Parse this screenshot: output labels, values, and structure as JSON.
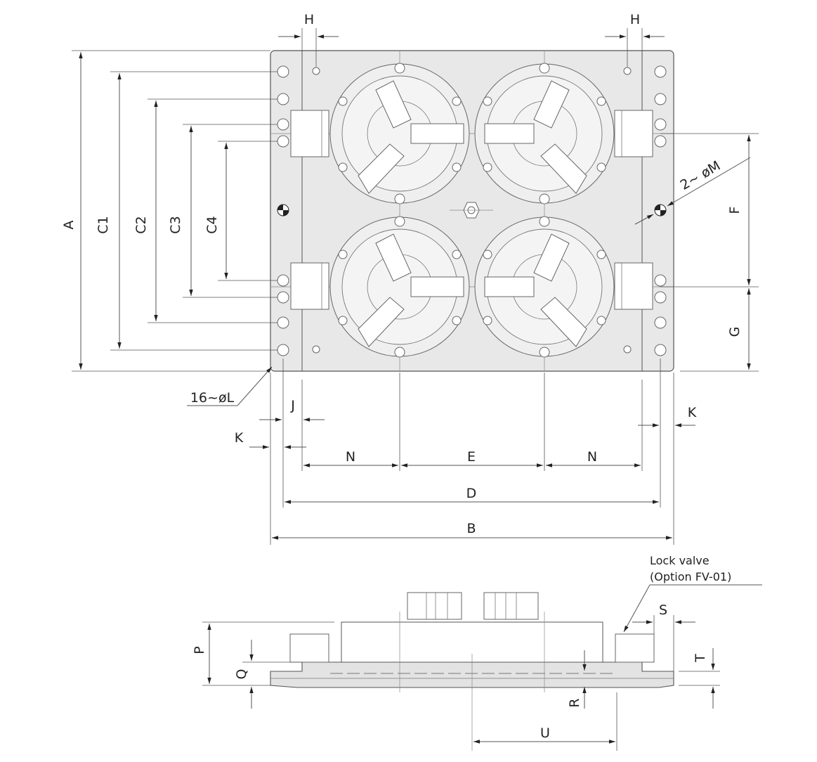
{
  "drawing": {
    "top_view": {
      "dimensions": {
        "a": "A",
        "b": "B",
        "c1": "C1",
        "c2": "C2",
        "c3": "C3",
        "c4": "C4",
        "d": "D",
        "e": "E",
        "f": "F",
        "g": "G",
        "h_left": "H",
        "h_right": "H",
        "j": "J",
        "k_left": "K",
        "k_right": "K",
        "n_left": "N",
        "n_right": "N"
      },
      "callouts": {
        "mounting_holes": "16~øL",
        "locating_holes": "2~ øM"
      }
    },
    "side_view": {
      "dimensions": {
        "p": "P",
        "q": "Q",
        "r": "R",
        "s": "S",
        "t": "T",
        "u": "U"
      },
      "callouts": {
        "lock_valve_line1": "Lock valve",
        "lock_valve_line2": "(Option FV-01)"
      }
    }
  }
}
